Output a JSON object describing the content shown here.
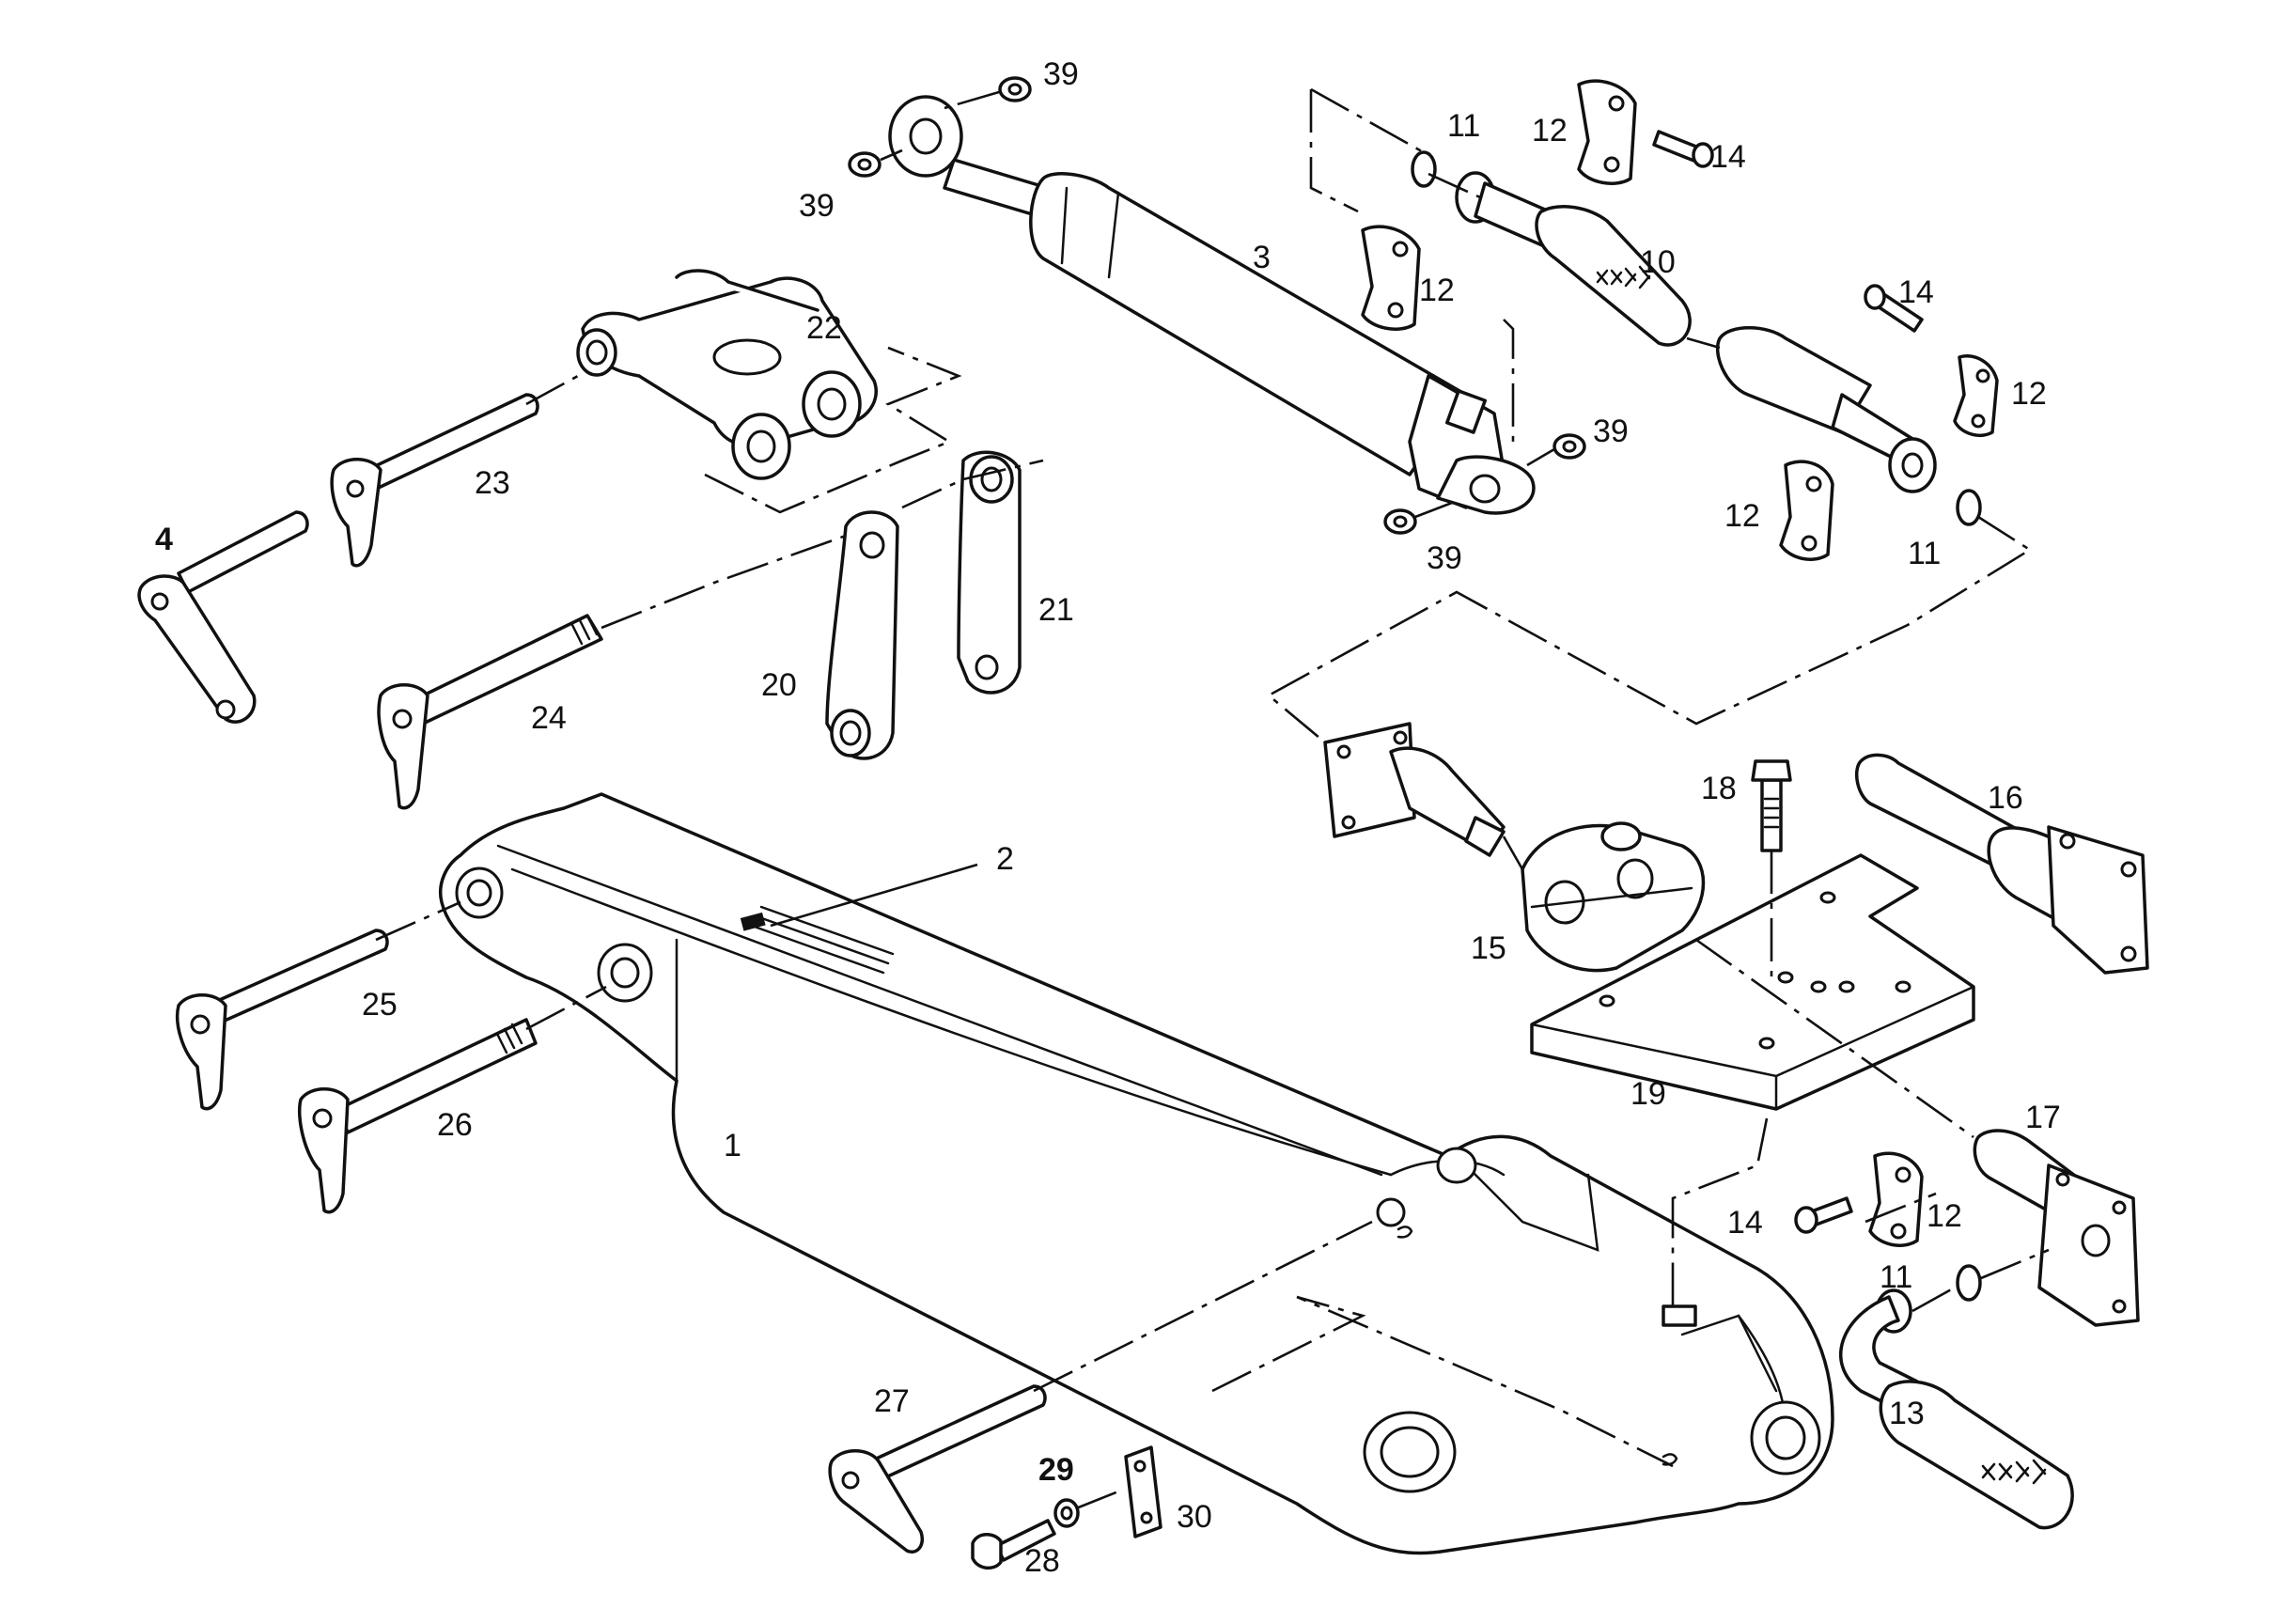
{
  "callouts": [
    {
      "id": "1",
      "label": "1"
    },
    {
      "id": "2",
      "label": "2"
    },
    {
      "id": "3",
      "label": "3"
    },
    {
      "id": "4",
      "label": "4"
    },
    {
      "id": "10",
      "label": "10"
    },
    {
      "id": "11a",
      "label": "11"
    },
    {
      "id": "11b",
      "label": "11"
    },
    {
      "id": "11c",
      "label": "11"
    },
    {
      "id": "12a",
      "label": "12"
    },
    {
      "id": "12b",
      "label": "12"
    },
    {
      "id": "12c",
      "label": "12"
    },
    {
      "id": "12d",
      "label": "12"
    },
    {
      "id": "12e",
      "label": "12"
    },
    {
      "id": "13",
      "label": "13"
    },
    {
      "id": "14a",
      "label": "14"
    },
    {
      "id": "14b",
      "label": "14"
    },
    {
      "id": "14c",
      "label": "14"
    },
    {
      "id": "15",
      "label": "15"
    },
    {
      "id": "16",
      "label": "16"
    },
    {
      "id": "17",
      "label": "17"
    },
    {
      "id": "18",
      "label": "18"
    },
    {
      "id": "19",
      "label": "19"
    },
    {
      "id": "20",
      "label": "20"
    },
    {
      "id": "21",
      "label": "21"
    },
    {
      "id": "22",
      "label": "22"
    },
    {
      "id": "23",
      "label": "23"
    },
    {
      "id": "24",
      "label": "24"
    },
    {
      "id": "25",
      "label": "25"
    },
    {
      "id": "26",
      "label": "26"
    },
    {
      "id": "27",
      "label": "27"
    },
    {
      "id": "28",
      "label": "28"
    },
    {
      "id": "29",
      "label": "29"
    },
    {
      "id": "30",
      "label": "30"
    },
    {
      "id": "39a",
      "label": "39"
    },
    {
      "id": "39b",
      "label": "39"
    },
    {
      "id": "39c",
      "label": "39"
    },
    {
      "id": "39d",
      "label": "39"
    }
  ]
}
